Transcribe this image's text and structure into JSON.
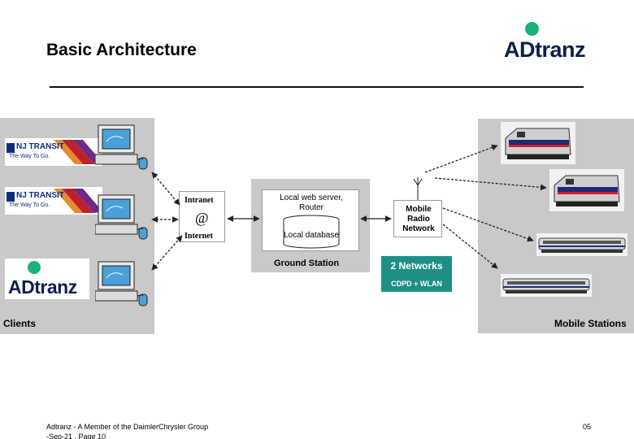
{
  "header": {
    "title": "Basic Architecture",
    "logo_text": "ADtranz"
  },
  "clients": {
    "label": "Clients",
    "logos": [
      {
        "brand": "NJ TRANSIT",
        "tagline": "The Way To Go."
      },
      {
        "brand": "NJ TRANSIT",
        "tagline": "The Way To Go."
      }
    ],
    "adtranz_logo_text": "ADtranz"
  },
  "internet": {
    "top": "Intranet",
    "symbol": "@",
    "bottom": "Internet"
  },
  "ground_station": {
    "label": "Ground Station",
    "server": "Local web server, Router",
    "database": "Local database"
  },
  "radio": {
    "label": "Mobile Radio Network"
  },
  "networks": {
    "title": "2 Networks",
    "subtitle": "CDPD + WLAN"
  },
  "mobile": {
    "label": "Mobile Stations"
  },
  "footer": {
    "left": "Adtranz - A Member of the DaimlerChrysler Group",
    "left2": "-Sep-21 , Page 10",
    "page": "05"
  },
  "colors": {
    "panel": "#c9c9c9",
    "accent_green": "#19b37a",
    "network_box": "#1f8f86",
    "logo_navy": "#0d1f4d"
  }
}
